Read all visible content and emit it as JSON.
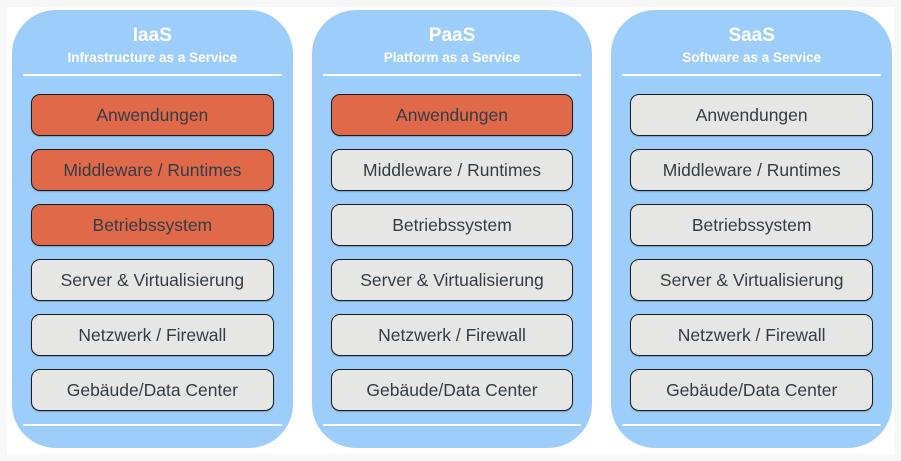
{
  "colors": {
    "column_background": "#9CCDFB",
    "self_managed_layer": "#E0694A",
    "provider_managed_layer": "#E6E6E4",
    "layer_border": "#1C1C1C",
    "layer_text": "#333D47",
    "header_text": "#FFFFFF",
    "divider": "#FFFFFF"
  },
  "columns": [
    {
      "title": "IaaS",
      "subtitle": "Infrastructure as a Service",
      "layers": [
        {
          "label": "Anwendungen",
          "highlighted": true
        },
        {
          "label": "Middleware / Runtimes",
          "highlighted": true
        },
        {
          "label": "Betriebssystem",
          "highlighted": true
        },
        {
          "label": "Server & Virtualisierung",
          "highlighted": false
        },
        {
          "label": "Netzwerk / Firewall",
          "highlighted": false
        },
        {
          "label": "Gebäude/Data Center",
          "highlighted": false
        }
      ]
    },
    {
      "title": "PaaS",
      "subtitle": "Platform as a Service",
      "layers": [
        {
          "label": "Anwendungen",
          "highlighted": true
        },
        {
          "label": "Middleware / Runtimes",
          "highlighted": false
        },
        {
          "label": "Betriebssystem",
          "highlighted": false
        },
        {
          "label": "Server & Virtualisierung",
          "highlighted": false
        },
        {
          "label": "Netzwerk / Firewall",
          "highlighted": false
        },
        {
          "label": "Gebäude/Data Center",
          "highlighted": false
        }
      ]
    },
    {
      "title": "SaaS",
      "subtitle": "Software as a Service",
      "layers": [
        {
          "label": "Anwendungen",
          "highlighted": false
        },
        {
          "label": "Middleware / Runtimes",
          "highlighted": false
        },
        {
          "label": "Betriebssystem",
          "highlighted": false
        },
        {
          "label": "Server & Virtualisierung",
          "highlighted": false
        },
        {
          "label": "Netzwerk / Firewall",
          "highlighted": false
        },
        {
          "label": "Gebäude/Data Center",
          "highlighted": false
        }
      ]
    }
  ]
}
